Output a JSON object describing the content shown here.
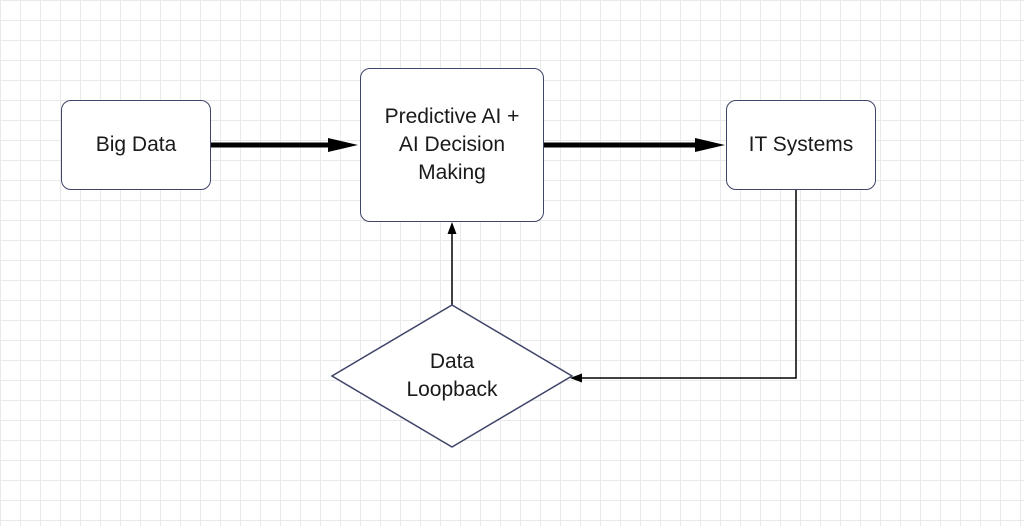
{
  "diagram": {
    "nodes": {
      "big_data": "Big Data",
      "predictive_ai": "Predictive AI +\nAI Decision\nMaking",
      "it_systems": "IT Systems",
      "data_loopback": "Data\nLoopback"
    },
    "edges": [
      {
        "from": "big_data",
        "to": "predictive_ai"
      },
      {
        "from": "predictive_ai",
        "to": "it_systems"
      },
      {
        "from": "it_systems",
        "to": "data_loopback"
      },
      {
        "from": "data_loopback",
        "to": "predictive_ai"
      }
    ],
    "colors": {
      "node_border": "#3f4468",
      "edge": "#000000",
      "grid": "#e9e9e9"
    }
  }
}
